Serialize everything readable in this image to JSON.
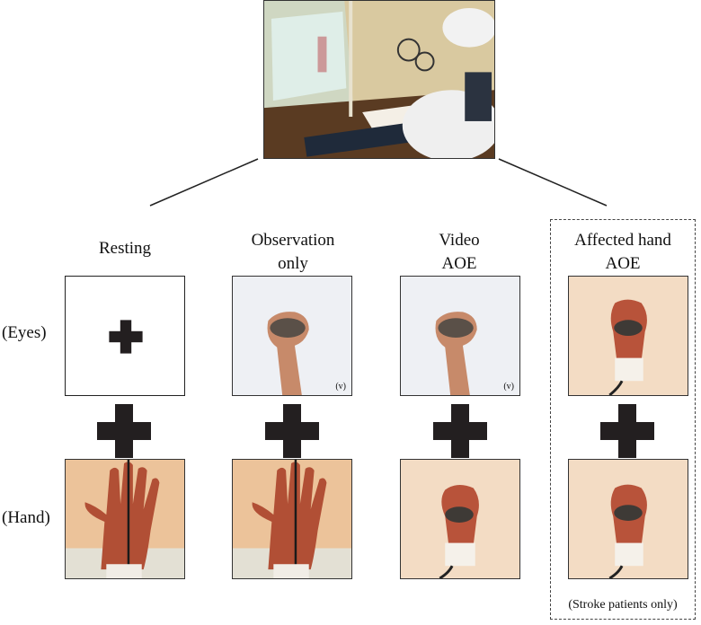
{
  "columns": [
    {
      "id": "resting",
      "label_lines": [
        "Resting"
      ]
    },
    {
      "id": "observation",
      "label_lines": [
        "Observation",
        "only"
      ]
    },
    {
      "id": "video-aoe",
      "label_lines": [
        "Video",
        "AOE"
      ]
    },
    {
      "id": "affected-aoe",
      "label_lines": [
        "Affected hand",
        "AOE"
      ]
    }
  ],
  "rows": {
    "eyes": "(Eyes)",
    "hand": "(Hand)"
  },
  "tags": {
    "video": "(v)"
  },
  "footnote": "(Stroke patients only)",
  "colors": {
    "plus": "#231f20",
    "skin": "#b8533a",
    "warm_background": "#f3dcc4",
    "dashed_border": "#444444"
  }
}
